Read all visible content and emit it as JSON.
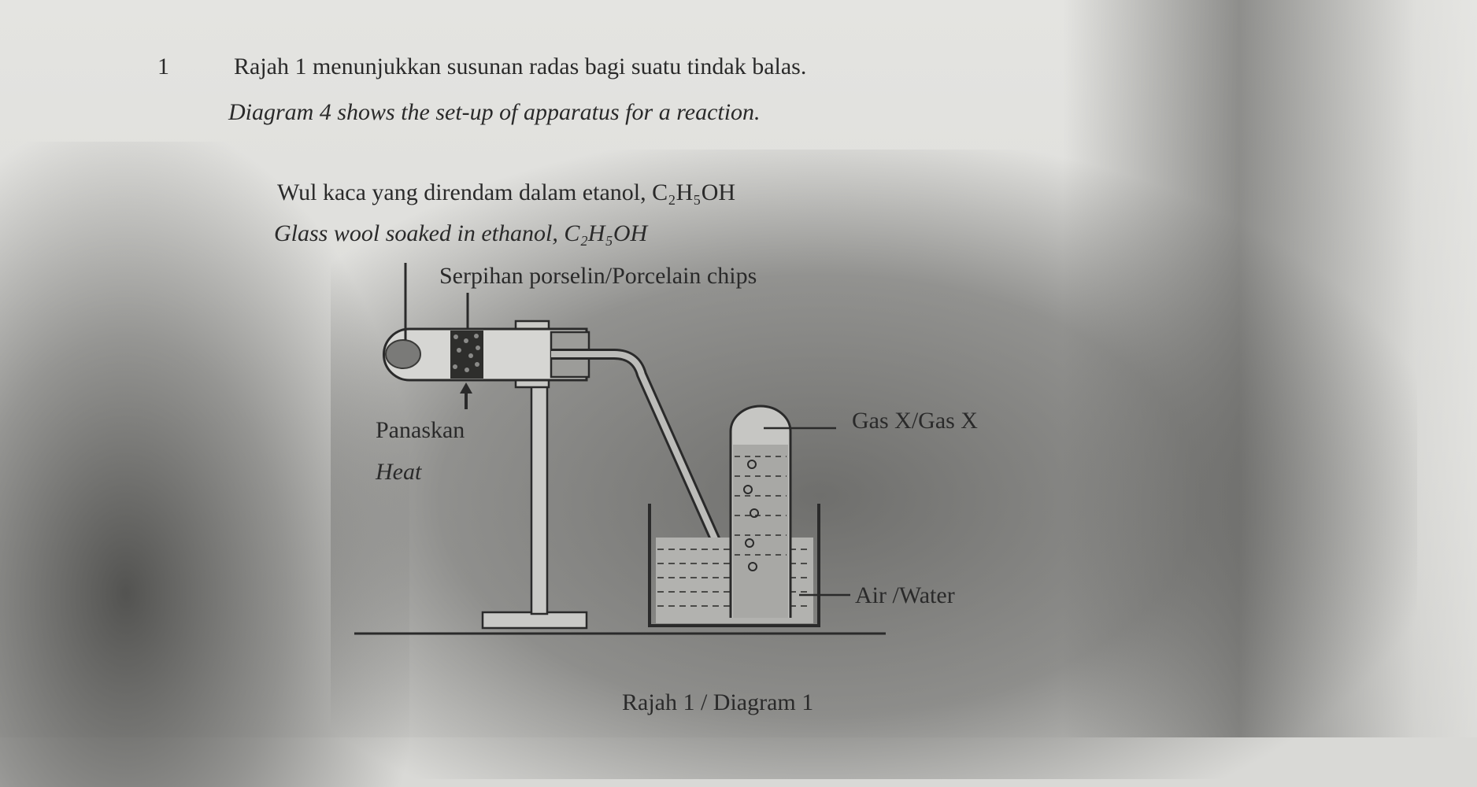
{
  "question": {
    "number": "1",
    "text_ms": "Rajah 1 menunjukkan susunan radas bagi suatu tindak balas.",
    "text_en": "Diagram 4 shows the set-up of apparatus for a reaction."
  },
  "labels": {
    "glass_wool_ms": "Wul kaca yang direndam dalam etanol, C₂H₅OH",
    "glass_wool_en": "Glass wool soaked in ethanol, C₂H₅OH",
    "porcelain_chips": "Serpihan porselin/Porcelain chips",
    "heat_ms": "Panaskan",
    "heat_en": "Heat",
    "gas": "Gas X/Gas X",
    "water": "Air /Water"
  },
  "caption": "Rajah 1 / Diagram 1"
}
